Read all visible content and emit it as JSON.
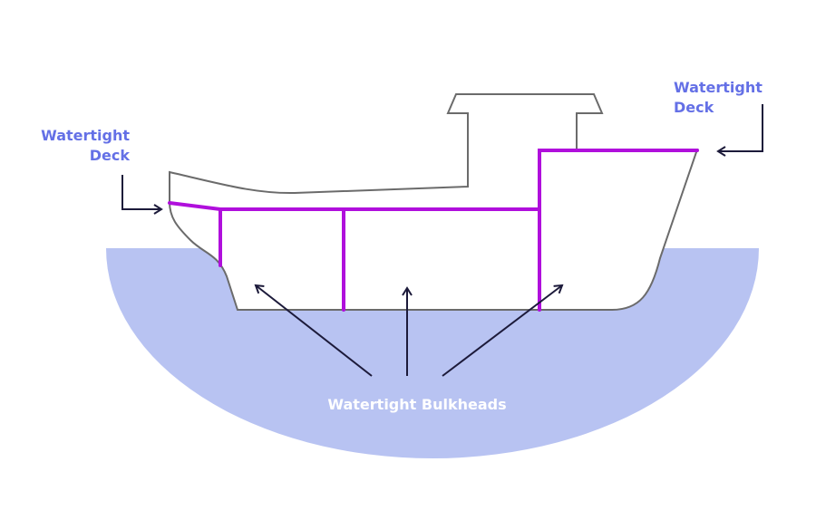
{
  "labels": {
    "left_deck": {
      "line1": "Watertight",
      "line2": "Deck"
    },
    "right_deck": {
      "line1": "Watertight",
      "line2": "Deck"
    },
    "bulkheads": "Watertight Bulkheads"
  },
  "colors": {
    "water": "#b8c3f2",
    "hull_outline": "#6b6b6b",
    "bulkhead": "#b00fdc",
    "label": "#6470e6",
    "arrow": "#1c1a3a"
  }
}
